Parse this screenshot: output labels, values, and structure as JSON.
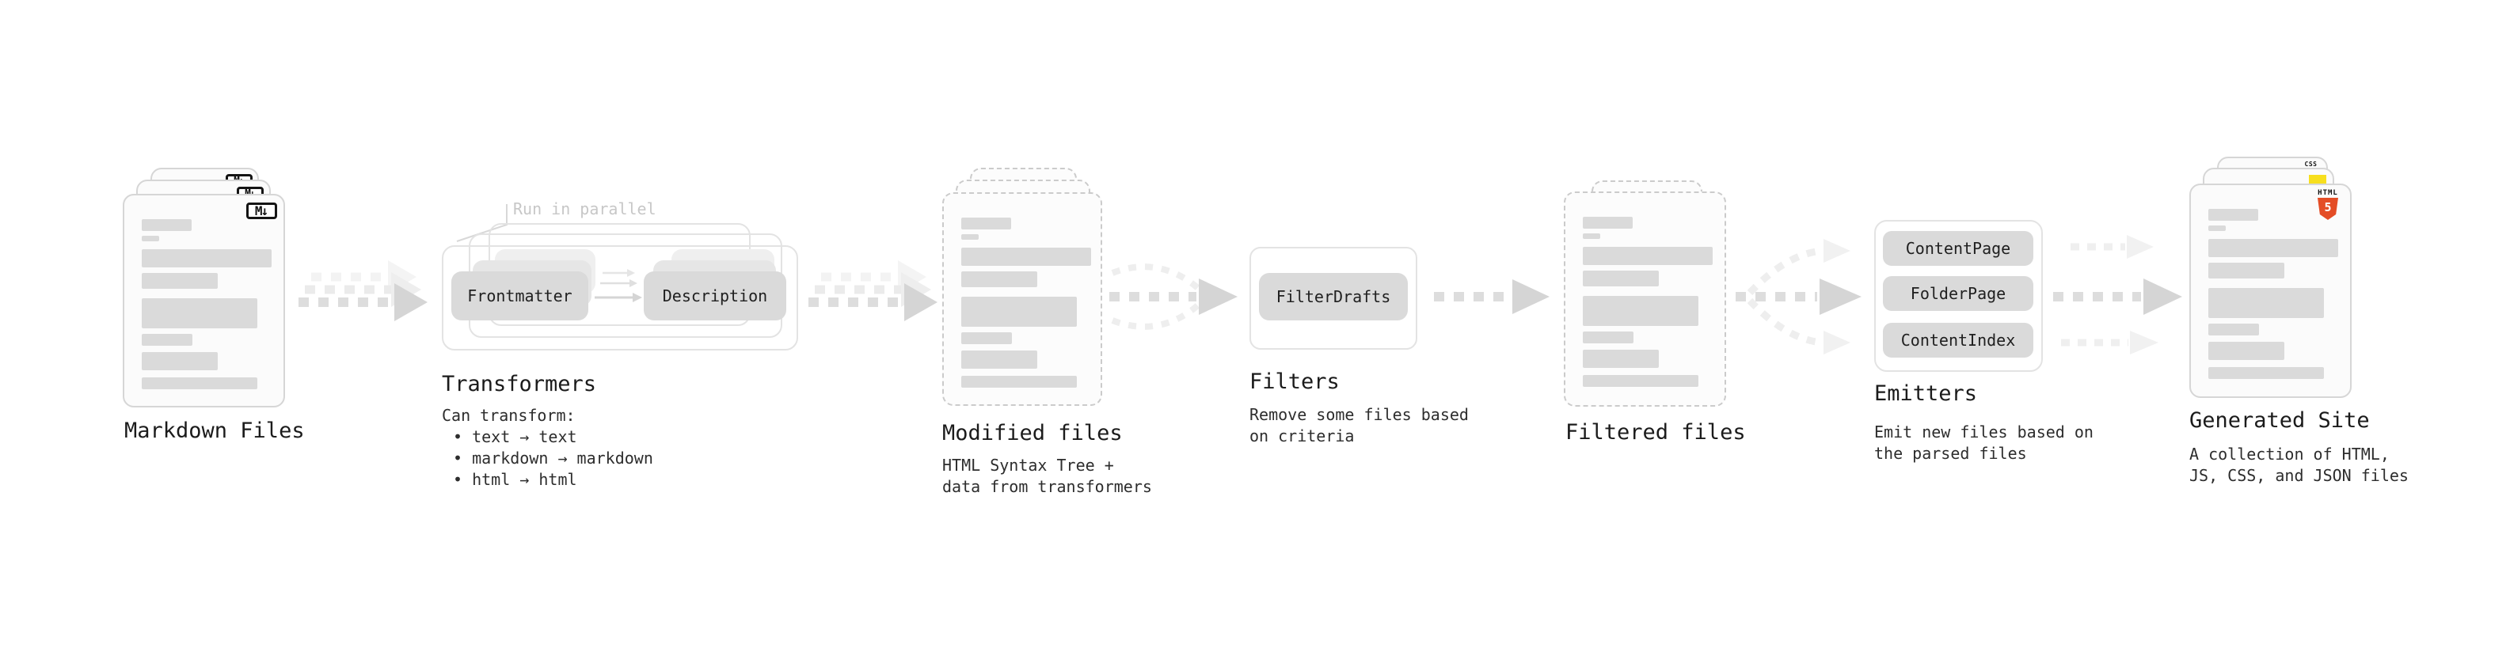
{
  "diagram": {
    "markdown_files": {
      "label": "Markdown Files",
      "logo": "M↓"
    },
    "transformers": {
      "annotation": "Run in parallel",
      "chip_from": "Frontmatter",
      "chip_to": "Description",
      "label": "Transformers",
      "caption": "Can transform:",
      "bullets": [
        "• text → text",
        "• markdown → markdown",
        "• html → html"
      ]
    },
    "modified_files": {
      "label": "Modified files",
      "caption": "HTML Syntax Tree +\ndata from transformers"
    },
    "filters": {
      "chip": "FilterDrafts",
      "label": "Filters",
      "caption": "Remove some files based\non criteria"
    },
    "filtered_files": {
      "label": "Filtered files"
    },
    "emitters": {
      "chips": [
        "ContentPage",
        "FolderPage",
        "ContentIndex"
      ],
      "label": "Emitters",
      "caption": "Emit new files based on\nthe parsed files"
    },
    "generated_site": {
      "label": "Generated Site",
      "caption": "A collection of HTML,\nJS, CSS, and JSON files",
      "badge_css": "CSS",
      "badge_html_word": "HTML",
      "badge_html_number": "5"
    },
    "colors": {
      "html5_orange": "#e44d26",
      "js_yellow": "#f7df1e",
      "css_blue": "#2965f1"
    }
  }
}
